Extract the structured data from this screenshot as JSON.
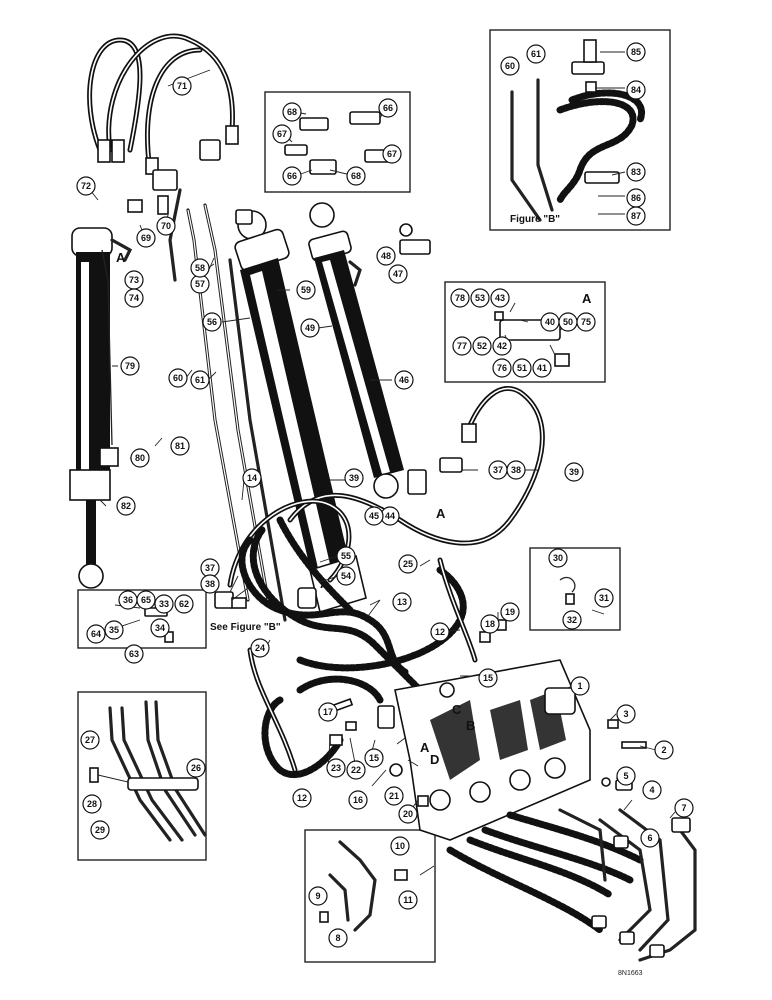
{
  "diagram": {
    "figure_b_caption": "Figure \"B\"",
    "see_figure_b": "See Figure \"B\"",
    "detail_a_letter": "A",
    "marker_a": "A",
    "drawing_code": "8N1663",
    "valve_section_letters": [
      "A",
      "B",
      "C",
      "D"
    ],
    "callouts": {
      "c1": "1",
      "c2": "2",
      "c3": "3",
      "c4": "4",
      "c5": "5",
      "c6": "6",
      "c7": "7",
      "c8": "8",
      "c9": "9",
      "c10": "10",
      "c11": "11",
      "c12a": "12",
      "c12b": "12",
      "c13": "13",
      "c14": "14",
      "c15a": "15",
      "c15b": "15",
      "c16": "16",
      "c17": "17",
      "c18": "18",
      "c19": "19",
      "c20": "20",
      "c21": "21",
      "c22": "22",
      "c23": "23",
      "c24": "24",
      "c25": "25",
      "c26": "26",
      "c27": "27",
      "c28": "28",
      "c29": "29",
      "c30": "30",
      "c31": "31",
      "c32": "32",
      "c33": "33",
      "c34": "34",
      "c35": "35",
      "c36": "36",
      "c37a": "37",
      "c38a": "38",
      "c37b": "37",
      "c38b": "38",
      "c39a": "39",
      "c39b": "39",
      "c40": "40",
      "c41": "41",
      "c42": "42",
      "c43": "43",
      "c44": "44",
      "c45": "45",
      "c46": "46",
      "c47": "47",
      "c48": "48",
      "c49": "49",
      "c50": "50",
      "c51": "51",
      "c52": "52",
      "c53": "53",
      "c54": "54",
      "c55": "55",
      "c56": "56",
      "c57": "57",
      "c58": "58",
      "c59": "59",
      "c60a": "60",
      "c61a": "61",
      "c60b": "60",
      "c61b": "61",
      "c62": "62",
      "c63": "63",
      "c64": "64",
      "c65": "65",
      "c66a": "66",
      "c66b": "66",
      "c67a": "67",
      "c67b": "67",
      "c68a": "68",
      "c68b": "68",
      "c69": "69",
      "c70": "70",
      "c71": "71",
      "c72": "72",
      "c73": "73",
      "c74": "74",
      "c75": "75",
      "c76": "76",
      "c77": "77",
      "c78": "78",
      "c79": "79",
      "c80": "80",
      "c81": "81",
      "c82": "82",
      "c83": "83",
      "c84": "84",
      "c85": "85",
      "c86": "86",
      "c87": "87"
    }
  }
}
